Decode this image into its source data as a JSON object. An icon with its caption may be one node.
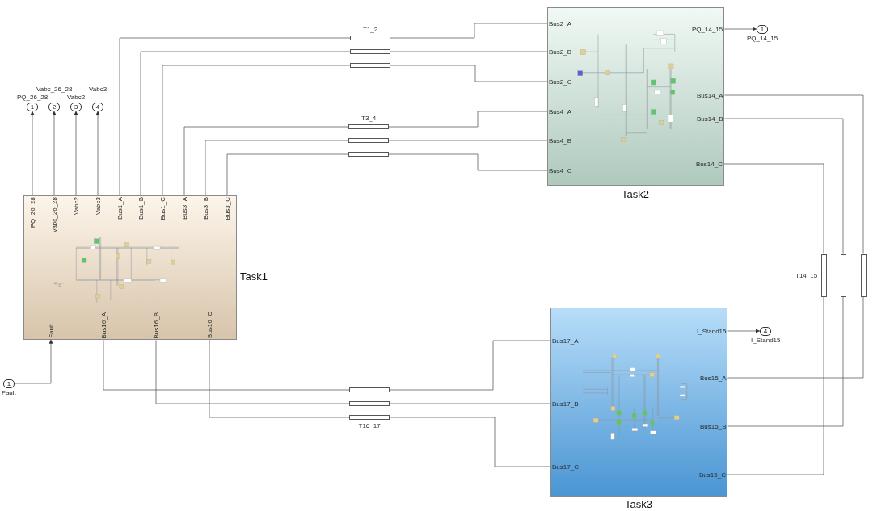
{
  "diagram": {
    "nodes": [
      {
        "text": [
          "Task1"
        ]
      },
      {
        "text": [
          "PQ_26_28"
        ],
        "in": 0
      },
      {
        "text": [
          "Vabc_26_28"
        ],
        "in": 0
      },
      {
        "text": [
          "Vabc2"
        ],
        "in": 0
      },
      {
        "text": [
          "Vabc3"
        ],
        "in": 0
      },
      {
        "text": [
          "Bus1_A"
        ],
        "in": 0
      },
      {
        "text": [
          "Bus1_B"
        ],
        "in": 0
      },
      {
        "text": [
          "Bus1_C"
        ],
        "in": 0
      },
      {
        "text": [
          "Bus3_A"
        ],
        "in": 0
      },
      {
        "text": [
          "Bus3_B"
        ],
        "in": 0
      },
      {
        "text": [
          "Bus3_C"
        ],
        "in": 0
      },
      {
        "text": [
          "Fault"
        ],
        "in": 0
      },
      {
        "text": [
          "Bus16_A"
        ],
        "in": 0
      },
      {
        "text": [
          "Bus16_B"
        ],
        "in": 0
      },
      {
        "text": [
          "Bus16_C"
        ],
        "in": 0
      },
      {
        "text": [
          "Task2"
        ]
      },
      {
        "text": [
          "Bus2_A"
        ],
        "in": 15
      },
      {
        "text": [
          "Bus2_B"
        ],
        "in": 15
      },
      {
        "text": [
          "Bus2_C"
        ],
        "in": 15
      },
      {
        "text": [
          "Bus4_A"
        ],
        "in": 15
      },
      {
        "text": [
          "Bus4_B"
        ],
        "in": 15
      },
      {
        "text": [
          "Bus4_C"
        ],
        "in": 15
      },
      {
        "text": [
          "PQ_14_15"
        ],
        "in": 15
      },
      {
        "text": [
          "Bus14_A"
        ],
        "in": 15
      },
      {
        "text": [
          "Bus14_B"
        ],
        "in": 15
      },
      {
        "text": [
          "Bus14_C"
        ],
        "in": 15
      },
      {
        "text": [
          "Task3"
        ]
      },
      {
        "text": [
          "Bus17_A"
        ],
        "in": 26
      },
      {
        "text": [
          "Bus17_B"
        ],
        "in": 26
      },
      {
        "text": [
          "Bus17_C"
        ],
        "in": 26
      },
      {
        "text": [
          "I_Stand15"
        ],
        "in": 26
      },
      {
        "text": [
          "Bus15_A"
        ],
        "in": 26
      },
      {
        "text": [
          "Bus15_B"
        ],
        "in": 26
      },
      {
        "text": [
          "Bus15_C"
        ],
        "in": 26
      },
      {
        "text": [
          "1"
        ],
        "beside": [
          "PQ_26_28"
        ]
      },
      {
        "text": [
          "2"
        ],
        "beside": [
          "Vabc_26_28"
        ]
      },
      {
        "text": [
          "3"
        ],
        "beside": [
          "Vabc2"
        ]
      },
      {
        "text": [
          "4"
        ],
        "beside": [
          "Vabc3"
        ]
      },
      {
        "text": [
          "1"
        ],
        "beside": [
          "PQ_14_15"
        ]
      },
      {
        "text": [
          "4"
        ],
        "beside": [
          "I_Stand15"
        ]
      },
      {
        "text": [
          "1"
        ],
        "beside": [
          "Fault"
        ]
      },
      {
        "text": [],
        "shape": "box",
        "beside": [
          "T1_2"
        ]
      },
      {
        "text": [],
        "shape": "box"
      },
      {
        "text": [],
        "shape": "box"
      },
      {
        "text": [],
        "shape": "box",
        "beside": [
          "T3_4"
        ]
      },
      {
        "text": [],
        "shape": "box"
      },
      {
        "text": [],
        "shape": "box"
      },
      {
        "text": [],
        "shape": "box",
        "beside": [
          "T14_15"
        ]
      },
      {
        "text": [],
        "shape": "box"
      },
      {
        "text": [],
        "shape": "box"
      },
      {
        "text": [],
        "shape": "box"
      },
      {
        "text": [],
        "shape": "box"
      },
      {
        "text": [],
        "shape": "box",
        "beside": [
          "T16_17"
        ]
      }
    ],
    "edges": [
      {
        "from": 1,
        "to": 34,
        "arrow": "to"
      },
      {
        "from": 2,
        "to": 35,
        "arrow": "to"
      },
      {
        "from": 3,
        "to": 36,
        "arrow": "to"
      },
      {
        "from": 4,
        "to": 37,
        "arrow": "to"
      },
      {
        "from": 5,
        "to": 41,
        "arrow": "none"
      },
      {
        "from": 41,
        "to": 16,
        "arrow": "none"
      },
      {
        "from": 6,
        "to": 42,
        "arrow": "none"
      },
      {
        "from": 42,
        "to": 17,
        "arrow": "none"
      },
      {
        "from": 7,
        "to": 43,
        "arrow": "none"
      },
      {
        "from": 43,
        "to": 18,
        "arrow": "none"
      },
      {
        "from": 8,
        "to": 44,
        "arrow": "none"
      },
      {
        "from": 44,
        "to": 19,
        "arrow": "none"
      },
      {
        "from": 9,
        "to": 45,
        "arrow": "none"
      },
      {
        "from": 45,
        "to": 20,
        "arrow": "none"
      },
      {
        "from": 10,
        "to": 46,
        "arrow": "none"
      },
      {
        "from": 46,
        "to": 21,
        "arrow": "none"
      },
      {
        "from": 22,
        "to": 38,
        "arrow": "to"
      },
      {
        "from": 23,
        "to": 49,
        "arrow": "none"
      },
      {
        "from": 49,
        "to": 31,
        "arrow": "none"
      },
      {
        "from": 24,
        "to": 48,
        "arrow": "none"
      },
      {
        "from": 48,
        "to": 32,
        "arrow": "none"
      },
      {
        "from": 25,
        "to": 47,
        "arrow": "none"
      },
      {
        "from": 47,
        "to": 33,
        "arrow": "none"
      },
      {
        "from": 30,
        "to": 39,
        "arrow": "to"
      },
      {
        "from": 40,
        "to": 11,
        "arrow": "to"
      },
      {
        "from": 12,
        "to": 50,
        "arrow": "none"
      },
      {
        "from": 50,
        "to": 27,
        "arrow": "none"
      },
      {
        "from": 13,
        "to": 51,
        "arrow": "none"
      },
      {
        "from": 51,
        "to": 28,
        "arrow": "none"
      },
      {
        "from": 14,
        "to": 52,
        "arrow": "none"
      },
      {
        "from": 52,
        "to": 29,
        "arrow": "none"
      }
    ]
  }
}
